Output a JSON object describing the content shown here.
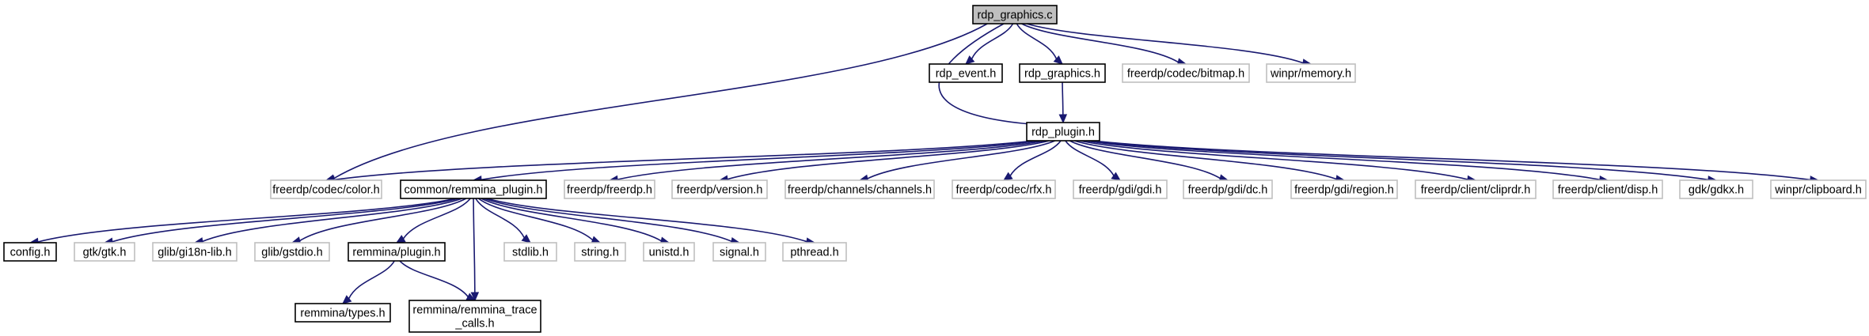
{
  "diagram": {
    "colors": {
      "edge": "#191970",
      "local_border": "#000000",
      "external_border": "#bfbfbf",
      "root_fill": "#bfbfbf"
    },
    "nodes": {
      "rdp_graphics_c": {
        "lines": [
          "rdp_graphics.c"
        ],
        "kind": "root"
      },
      "rdp_event_h": {
        "lines": [
          "rdp_event.h"
        ],
        "kind": "local"
      },
      "rdp_graphics_h": {
        "lines": [
          "rdp_graphics.h"
        ],
        "kind": "local"
      },
      "freerdp_codec_bitmap_h": {
        "lines": [
          "freerdp/codec/bitmap.h"
        ],
        "kind": "external"
      },
      "winpr_memory_h": {
        "lines": [
          "winpr/memory.h"
        ],
        "kind": "external"
      },
      "rdp_plugin_h": {
        "lines": [
          "rdp_plugin.h"
        ],
        "kind": "local"
      },
      "freerdp_codec_color_h": {
        "lines": [
          "freerdp/codec/color.h"
        ],
        "kind": "external"
      },
      "common_remmina_plugin_h": {
        "lines": [
          "common/remmina_plugin.h"
        ],
        "kind": "local"
      },
      "freerdp_freerdp_h": {
        "lines": [
          "freerdp/freerdp.h"
        ],
        "kind": "external"
      },
      "freerdp_version_h": {
        "lines": [
          "freerdp/version.h"
        ],
        "kind": "external"
      },
      "freerdp_channels_channels_h": {
        "lines": [
          "freerdp/channels/channels.h"
        ],
        "kind": "external"
      },
      "freerdp_codec_rfx_h": {
        "lines": [
          "freerdp/codec/rfx.h"
        ],
        "kind": "external"
      },
      "freerdp_gdi_gdi_h": {
        "lines": [
          "freerdp/gdi/gdi.h"
        ],
        "kind": "external"
      },
      "freerdp_gdi_dc_h": {
        "lines": [
          "freerdp/gdi/dc.h"
        ],
        "kind": "external"
      },
      "freerdp_gdi_region_h": {
        "lines": [
          "freerdp/gdi/region.h"
        ],
        "kind": "external"
      },
      "freerdp_client_cliprdr_h": {
        "lines": [
          "freerdp/client/cliprdr.h"
        ],
        "kind": "external"
      },
      "freerdp_client_disp_h": {
        "lines": [
          "freerdp/client/disp.h"
        ],
        "kind": "external"
      },
      "gdk_gdkx_h": {
        "lines": [
          "gdk/gdkx.h"
        ],
        "kind": "external"
      },
      "winpr_clipboard_h": {
        "lines": [
          "winpr/clipboard.h"
        ],
        "kind": "external"
      },
      "config_h": {
        "lines": [
          "config.h"
        ],
        "kind": "local"
      },
      "gtk_gtk_h": {
        "lines": [
          "gtk/gtk.h"
        ],
        "kind": "external"
      },
      "glib_gi18n_lib_h": {
        "lines": [
          "glib/gi18n-lib.h"
        ],
        "kind": "external"
      },
      "glib_gstdio_h": {
        "lines": [
          "glib/gstdio.h"
        ],
        "kind": "external"
      },
      "remmina_plugin_h": {
        "lines": [
          "remmina/plugin.h"
        ],
        "kind": "local"
      },
      "stdlib_h": {
        "lines": [
          "stdlib.h"
        ],
        "kind": "external"
      },
      "string_h": {
        "lines": [
          "string.h"
        ],
        "kind": "external"
      },
      "unistd_h": {
        "lines": [
          "unistd.h"
        ],
        "kind": "external"
      },
      "signal_h": {
        "lines": [
          "signal.h"
        ],
        "kind": "external"
      },
      "pthread_h": {
        "lines": [
          "pthread.h"
        ],
        "kind": "external"
      },
      "remmina_types_h": {
        "lines": [
          "remmina/types.h"
        ],
        "kind": "local"
      },
      "remmina_remmina_trace_calls_h": {
        "lines": [
          "remmina/remmina_trace",
          "_calls.h"
        ],
        "kind": "local"
      }
    },
    "edges": [
      [
        "rdp_graphics_c",
        "freerdp_codec_color_h"
      ],
      [
        "rdp_graphics_c",
        "rdp_plugin_h"
      ],
      [
        "rdp_graphics_c",
        "rdp_event_h"
      ],
      [
        "rdp_graphics_c",
        "rdp_graphics_h"
      ],
      [
        "rdp_graphics_c",
        "freerdp_codec_bitmap_h"
      ],
      [
        "rdp_graphics_c",
        "winpr_memory_h"
      ],
      [
        "rdp_graphics_h",
        "rdp_plugin_h"
      ],
      [
        "rdp_plugin_h",
        "freerdp_codec_color_h"
      ],
      [
        "rdp_plugin_h",
        "common_remmina_plugin_h"
      ],
      [
        "rdp_plugin_h",
        "freerdp_freerdp_h"
      ],
      [
        "rdp_plugin_h",
        "freerdp_version_h"
      ],
      [
        "rdp_plugin_h",
        "freerdp_channels_channels_h"
      ],
      [
        "rdp_plugin_h",
        "freerdp_codec_rfx_h"
      ],
      [
        "rdp_plugin_h",
        "freerdp_gdi_gdi_h"
      ],
      [
        "rdp_plugin_h",
        "freerdp_gdi_dc_h"
      ],
      [
        "rdp_plugin_h",
        "freerdp_gdi_region_h"
      ],
      [
        "rdp_plugin_h",
        "freerdp_client_cliprdr_h"
      ],
      [
        "rdp_plugin_h",
        "freerdp_client_disp_h"
      ],
      [
        "rdp_plugin_h",
        "gdk_gdkx_h"
      ],
      [
        "rdp_plugin_h",
        "winpr_clipboard_h"
      ],
      [
        "common_remmina_plugin_h",
        "config_h"
      ],
      [
        "common_remmina_plugin_h",
        "gtk_gtk_h"
      ],
      [
        "common_remmina_plugin_h",
        "glib_gi18n_lib_h"
      ],
      [
        "common_remmina_plugin_h",
        "glib_gstdio_h"
      ],
      [
        "common_remmina_plugin_h",
        "remmina_plugin_h"
      ],
      [
        "common_remmina_plugin_h",
        "remmina_remmina_trace_calls_h"
      ],
      [
        "common_remmina_plugin_h",
        "stdlib_h"
      ],
      [
        "common_remmina_plugin_h",
        "string_h"
      ],
      [
        "common_remmina_plugin_h",
        "unistd_h"
      ],
      [
        "common_remmina_plugin_h",
        "signal_h"
      ],
      [
        "common_remmina_plugin_h",
        "pthread_h"
      ],
      [
        "remmina_plugin_h",
        "remmina_types_h"
      ],
      [
        "remmina_plugin_h",
        "remmina_remmina_trace_calls_h"
      ]
    ]
  }
}
